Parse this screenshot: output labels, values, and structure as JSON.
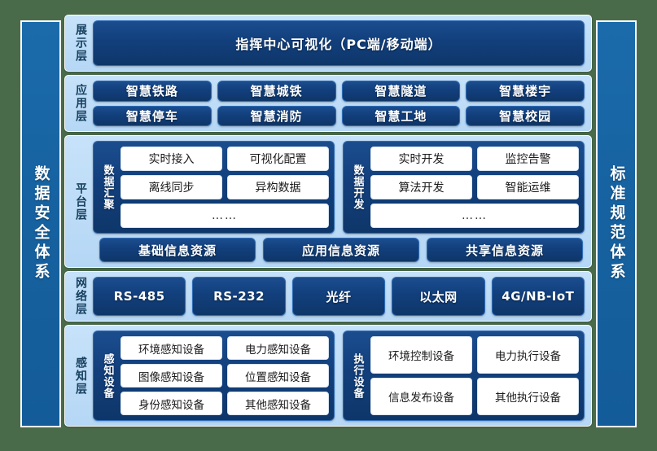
{
  "meta": {
    "background_color": "#4a6b4a",
    "panel_color": "#b5d7f5",
    "navy_color": "#123f7c",
    "pillar_color": "#16619f"
  },
  "pillars": {
    "left": "数据安全体系",
    "right": "标准规范体系"
  },
  "layers": [
    {
      "id": "display",
      "label": "展示层",
      "banner": "指挥中心可视化（PC端/移动端）"
    },
    {
      "id": "application",
      "label": "应用层",
      "rows": [
        [
          "智慧铁路",
          "智慧城铁",
          "智慧隧道",
          "智慧楼宇"
        ],
        [
          "智慧停车",
          "智慧消防",
          "智慧工地",
          "智慧校园"
        ]
      ]
    },
    {
      "id": "platform",
      "label": "平台层",
      "groups": [
        {
          "title": "数据汇聚",
          "rows": [
            [
              "实时接入",
              "可视化配置"
            ],
            [
              "离线同步",
              "异构数据"
            ]
          ],
          "more": "……"
        },
        {
          "title": "数据开发",
          "rows": [
            [
              "实时开发",
              "监控告警"
            ],
            [
              "算法开发",
              "智能运维"
            ]
          ],
          "more": "……"
        }
      ],
      "resources": [
        "基础信息资源",
        "应用信息资源",
        "共享信息资源"
      ]
    },
    {
      "id": "network",
      "label": "网络层",
      "items": [
        "RS-485",
        "RS-232",
        "光纤",
        "以太网",
        "4G/NB-IoT"
      ]
    },
    {
      "id": "sense",
      "label": "感知层",
      "groups": [
        {
          "title": "感知设备",
          "rows": [
            [
              "环境感知设备",
              "电力感知设备"
            ],
            [
              "图像感知设备",
              "位置感知设备"
            ],
            [
              "身份感知设备",
              "其他感知设备"
            ]
          ]
        },
        {
          "title": "执行设备",
          "rows": [
            [
              "环境控制设备",
              "电力执行设备"
            ],
            [
              "信息发布设备",
              "其他执行设备"
            ]
          ]
        }
      ]
    }
  ]
}
